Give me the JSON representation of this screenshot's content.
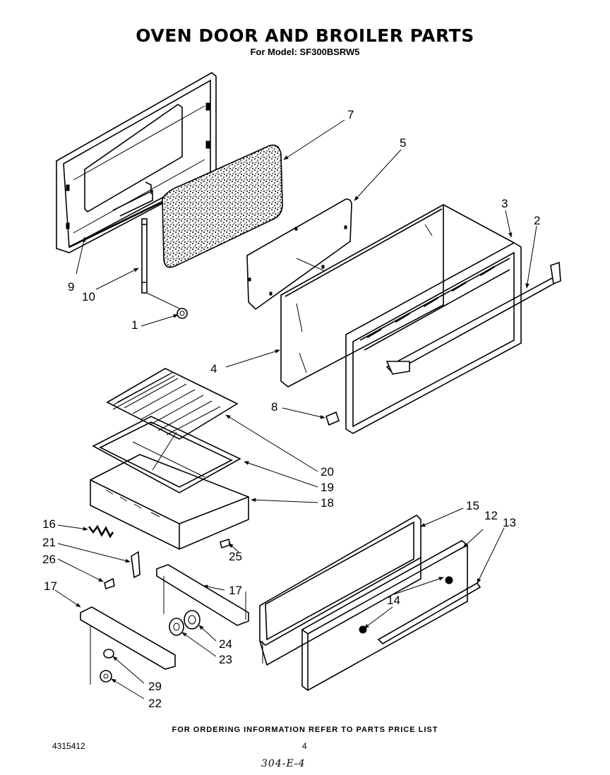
{
  "header": {
    "title": "OVEN DOOR AND BROILER PARTS",
    "subtitle": "For Model: SF300BSRW5"
  },
  "callouts": {
    "c1": "1",
    "c2": "2",
    "c3": "3",
    "c4": "4",
    "c5": "5",
    "c6": "7",
    "c7": "8",
    "c8": "9",
    "c9": "10",
    "c10": "12",
    "c11": "13",
    "c12": "14",
    "c13": "15",
    "c14": "16",
    "c15": "17",
    "c16": "17",
    "c17": "18",
    "c18": "19",
    "c19": "20",
    "c20": "21",
    "c21": "22",
    "c22": "23",
    "c23": "24",
    "c24": "25",
    "c25": "26",
    "c26": "29"
  },
  "footer": {
    "ordering_note": "FOR ORDERING INFORMATION REFER TO PARTS PRICE LIST",
    "doc_number": "4315412",
    "page_number": "4",
    "handwritten_ref": "304-E-4"
  }
}
